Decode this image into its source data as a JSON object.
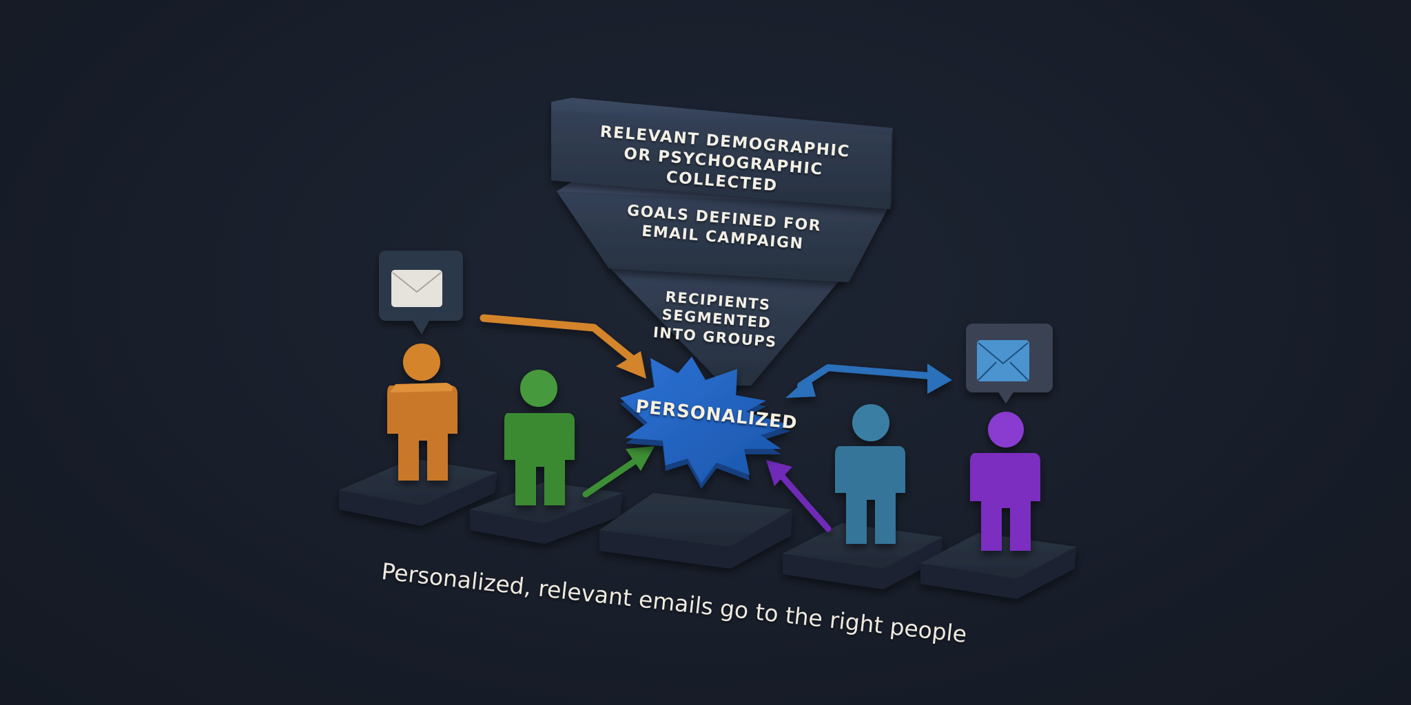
{
  "funnel": {
    "stages": [
      {
        "line1": "Relevant demographic",
        "line2": "or psychographic collected"
      },
      {
        "line1": "Goals defined for",
        "line2": "email campaign"
      },
      {
        "line1": "Recipients",
        "line2": "segmented",
        "line3": "into groups"
      }
    ]
  },
  "burst": {
    "label": "PERSONALIZED",
    "color": "#1f5fbf"
  },
  "people": [
    {
      "name": "person-orange",
      "color": "#d4842c",
      "has_message": true,
      "message_icon": "envelope-white"
    },
    {
      "name": "person-green",
      "color": "#3e8f34"
    },
    {
      "name": "person-teal",
      "color": "#3a7ea3"
    },
    {
      "name": "person-purple",
      "color": "#7b2fc0",
      "has_message": true,
      "message_icon": "envelope-blue"
    }
  ],
  "arrows": [
    {
      "name": "orange-arrow",
      "color": "#d4842c",
      "direction": "to-burst"
    },
    {
      "name": "green-arrow",
      "color": "#3e8f34",
      "direction": "to-burst"
    },
    {
      "name": "purple-arrow",
      "color": "#6f2bb8",
      "direction": "to-burst"
    },
    {
      "name": "blue-double-arrow",
      "color": "#2a6fba",
      "direction": "both"
    }
  ],
  "caption": "Personalized, relevant emails go to the right people",
  "colors": {
    "background": "#181e2a",
    "block": "#2b3648",
    "block_top": "#33405a",
    "pedestal": "#232b38",
    "text": "#f2efe6"
  }
}
